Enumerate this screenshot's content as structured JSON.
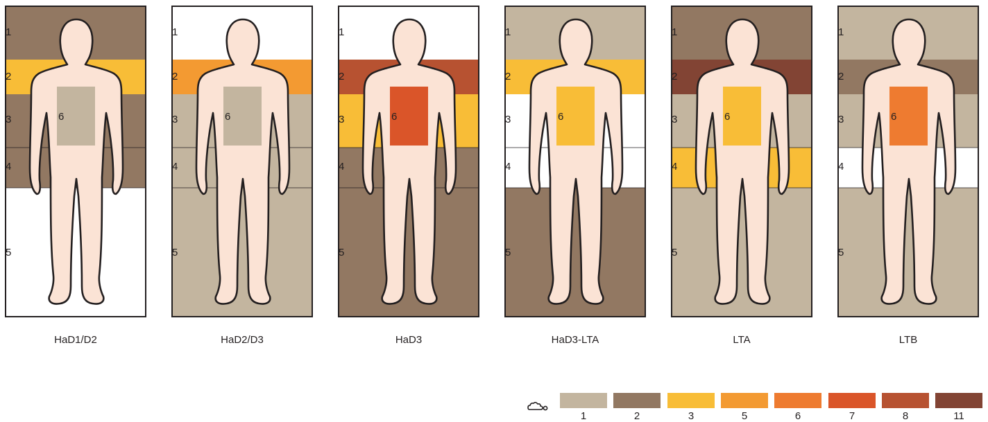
{
  "palette": {
    "1": "#c3b59f",
    "2": "#927862",
    "3": "#f8bd37",
    "5": "#f39a32",
    "6": "#ee7b30",
    "7": "#da5529",
    "8": "#b75231",
    "11": "#824434",
    "white": "#ffffff"
  },
  "body_fill": "#fbe3d5",
  "panels": [
    {
      "title": "HaD1/D2",
      "zones": [
        "2",
        "3",
        "2",
        "2",
        "white"
      ],
      "torso": "1"
    },
    {
      "title": "HaD2/D3",
      "zones": [
        "white",
        "5",
        "1",
        "1",
        "1"
      ],
      "torso": "1"
    },
    {
      "title": "HaD3",
      "zones": [
        "white",
        "8",
        "3",
        "2",
        "2"
      ],
      "torso": "7"
    },
    {
      "title": "HaD3-LTA",
      "zones": [
        "1",
        "3",
        "white",
        "white",
        "2"
      ],
      "torso": "3"
    },
    {
      "title": "LTA",
      "zones": [
        "2",
        "11",
        "1",
        "3",
        "1"
      ],
      "torso": "3"
    },
    {
      "title": "LTB",
      "zones": [
        "1",
        "2",
        "1",
        "white",
        "1"
      ],
      "torso": "6"
    }
  ],
  "zone_labels": [
    "1",
    "2",
    "3",
    "4",
    "5"
  ],
  "torso_label": "6",
  "legend": {
    "icon": "cloud-icon",
    "items": [
      {
        "label": "1",
        "key": "1"
      },
      {
        "label": "2",
        "key": "2"
      },
      {
        "label": "3",
        "key": "3"
      },
      {
        "label": "5",
        "key": "5"
      },
      {
        "label": "6",
        "key": "6"
      },
      {
        "label": "7",
        "key": "7"
      },
      {
        "label": "8",
        "key": "8"
      },
      {
        "label": "11",
        "key": "11"
      }
    ]
  }
}
